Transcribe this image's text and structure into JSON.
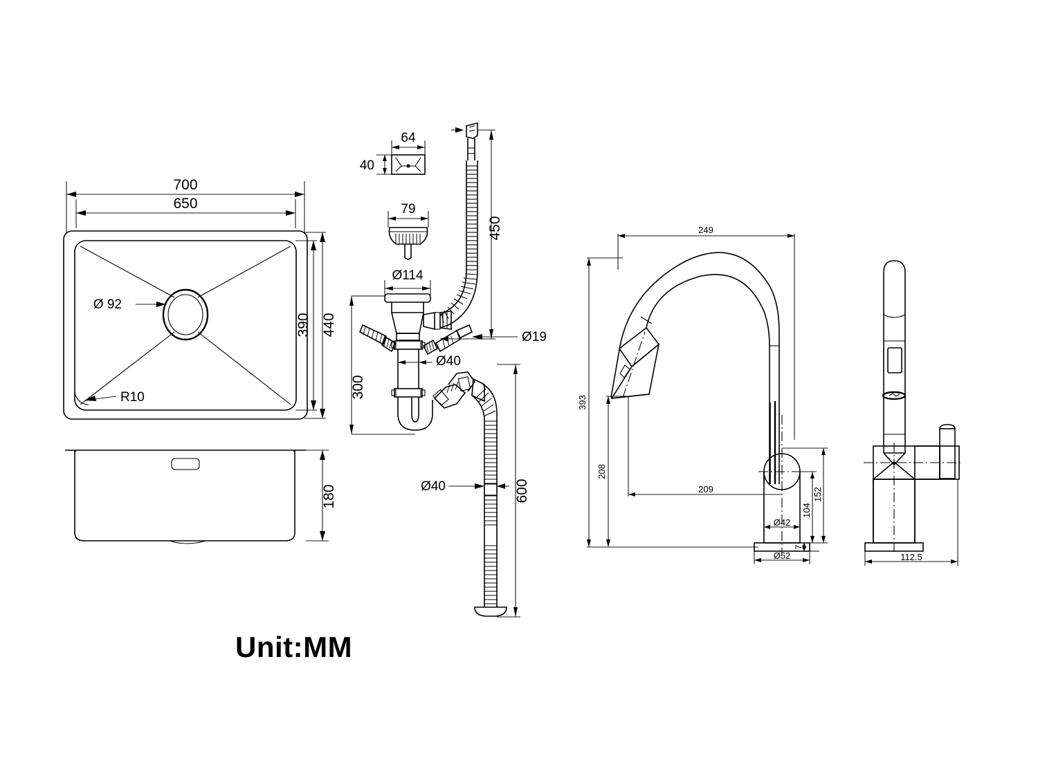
{
  "drawing": {
    "title": "Kitchen sink, drain assembly and pull-down faucet dimensional drawing",
    "unit_note": "Unit:MM",
    "line_color": "#000000",
    "background_color": "#ffffff"
  },
  "views": {
    "sink_top": {
      "name": "Sink top view",
      "dims": {
        "outer_width": "700",
        "inner_width": "650",
        "outer_height": "440",
        "inner_height": "390",
        "drain_hole": "Ø 92",
        "corner_radius": "R10"
      }
    },
    "sink_side": {
      "name": "Sink side view",
      "dims": {
        "depth": "180"
      }
    },
    "drain_assembly": {
      "name": "Drain and waste assembly",
      "dims": {
        "overflow_cover_width": "64",
        "overflow_cover_height": "40",
        "strainer_basket": "79",
        "flange_diameter": "Ø114",
        "overflow_hose_length": "450",
        "branch_hose_diameter": "Ø19",
        "trap_pipe_diameter": "Ø40",
        "trap_height": "300",
        "outlet_hose_diameter": "Ø40",
        "outlet_hose_length": "600"
      }
    },
    "faucet_front": {
      "name": "Faucet front view",
      "dims": {
        "reach": "249",
        "total_height": "393",
        "spout_outlet_height": "208",
        "spout_outlet_offset": "209",
        "handle_height": "152",
        "body_height": "104",
        "base_plate_thickness": "7",
        "body_diameter": "Ø42",
        "base_diameter": "Ø52"
      }
    },
    "faucet_side": {
      "name": "Faucet side view",
      "dims": {
        "depth": "112.5"
      }
    }
  }
}
